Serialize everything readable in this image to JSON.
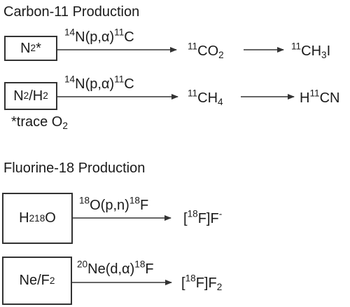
{
  "c11": {
    "heading": "Carbon-11 Production",
    "r1": {
      "target": {
        "a": "N",
        "b": "2",
        "c": "*"
      },
      "reaction": {
        "m1": "14",
        "b1": "N(p,α)",
        "m2": "11",
        "b2": "C"
      },
      "product1": {
        "m": "11",
        "b": "CO",
        "s": "2"
      },
      "product2": {
        "m": "11",
        "b": "CH",
        "s": "3",
        "e": "I"
      }
    },
    "r2": {
      "target": {
        "a": "N",
        "b": "2",
        "c": "/H",
        "d": "2"
      },
      "reaction": {
        "m1": "14",
        "b1": "N(p,α)",
        "m2": "11",
        "b2": "C"
      },
      "product1": {
        "m": "11",
        "b": "CH",
        "s": "4"
      },
      "product2": {
        "a": "H",
        "m": "11",
        "b": "CN"
      }
    },
    "footnote": {
      "a": "*trace O",
      "s": "2"
    }
  },
  "f18": {
    "heading": "Fluorine-18 Production",
    "r1": {
      "target": {
        "a": "H",
        "s": "2",
        "m": "18",
        "b": "O"
      },
      "reaction": {
        "m1": "18",
        "b1": "O(p,n)",
        "m2": "18",
        "b2": "F"
      },
      "product": {
        "a": "[",
        "m": "18",
        "b": "F]F",
        "c": "-"
      }
    },
    "r2": {
      "target": {
        "a": "Ne/F",
        "s": "2"
      },
      "reaction": {
        "m1": "20",
        "b1": "Ne(d,α)",
        "m2": "18",
        "b2": "F"
      },
      "product": {
        "a": "[",
        "m": "18",
        "b": "F]F",
        "s": "2"
      }
    }
  }
}
